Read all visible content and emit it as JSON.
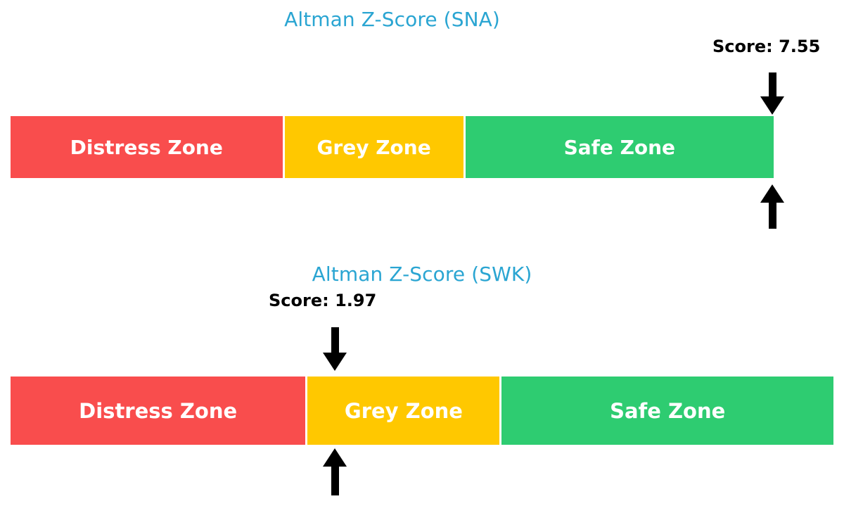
{
  "chart_data": [
    {
      "type": "bar",
      "title": "Altman Z-Score (SNA)",
      "orientation": "horizontal-stacked-band",
      "score_label_prefix": "Score:",
      "score_value": "7.55",
      "score_label": "Score: 7.55",
      "marker_position_pct": 100,
      "categories": [
        "Distress Zone",
        "Grey Zone",
        "Safe Zone"
      ],
      "values": [
        35.9,
        23.7,
        40.4
      ],
      "colors": [
        "#f94d4d",
        "#ffc800",
        "#2ecc71"
      ],
      "label_color": "#ffffff",
      "title_color": "#2aa5d2",
      "marker_color": "#000000",
      "xlabel": "",
      "ylabel": "",
      "grid": false,
      "legend": "none"
    },
    {
      "type": "bar",
      "title": "Altman Z-Score (SWK)",
      "orientation": "horizontal-stacked-band",
      "score_label_prefix": "Score:",
      "score_value": "1.97",
      "score_label": "Score: 1.97",
      "marker_position_pct": 39.4,
      "categories": [
        "Distress Zone",
        "Grey Zone",
        "Safe Zone"
      ],
      "values": [
        36.1,
        23.6,
        40.3
      ],
      "colors": [
        "#f94d4d",
        "#ffc800",
        "#2ecc71"
      ],
      "label_color": "#ffffff",
      "title_color": "#2aa5d2",
      "marker_color": "#000000",
      "xlabel": "",
      "ylabel": "",
      "grid": false,
      "legend": "none"
    }
  ],
  "charts": [
    {
      "id": "sna",
      "title": "Altman Z-Score (SNA)",
      "score_label": "Score: 7.55",
      "zones": [
        {
          "label": "Distress Zone",
          "color": "#f94d4d",
          "width_pct": 35.9
        },
        {
          "label": "Grey Zone",
          "color": "#ffc800",
          "width_pct": 23.7
        },
        {
          "label": "Safe Zone",
          "color": "#2ecc71",
          "width_pct": 40.4
        }
      ]
    },
    {
      "id": "swk",
      "title": "Altman Z-Score (SWK)",
      "score_label": "Score: 1.97",
      "zones": [
        {
          "label": "Distress Zone",
          "color": "#f94d4d",
          "width_pct": 36.1
        },
        {
          "label": "Grey Zone",
          "color": "#ffc800",
          "width_pct": 23.6
        },
        {
          "label": "Safe Zone",
          "color": "#2ecc71",
          "width_pct": 40.3
        }
      ]
    }
  ]
}
